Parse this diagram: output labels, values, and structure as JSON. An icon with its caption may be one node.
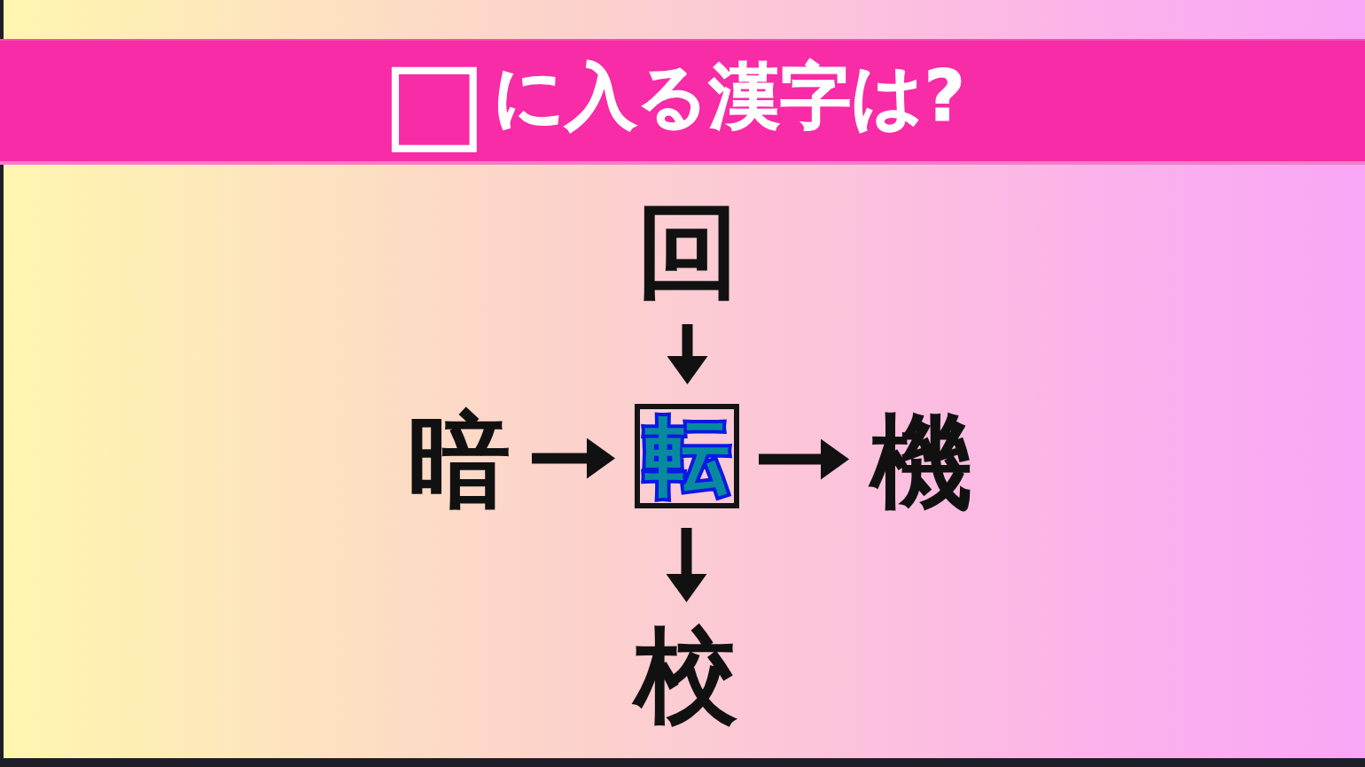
{
  "diagram": {
    "title": "□に入る漢字は?",
    "nodes": [
      {
        "text": [
          "回"
        ]
      },
      {
        "text": [
          "暗"
        ]
      },
      {
        "text": [
          "転"
        ]
      },
      {
        "text": [
          "機"
        ]
      },
      {
        "text": [
          "校"
        ]
      }
    ],
    "edges": [
      {
        "from": 0,
        "to": 2,
        "arrow": "to"
      },
      {
        "from": 1,
        "to": 2,
        "arrow": "to"
      },
      {
        "from": 2,
        "to": 3,
        "arrow": "to"
      },
      {
        "from": 2,
        "to": 4,
        "arrow": "to"
      }
    ]
  }
}
